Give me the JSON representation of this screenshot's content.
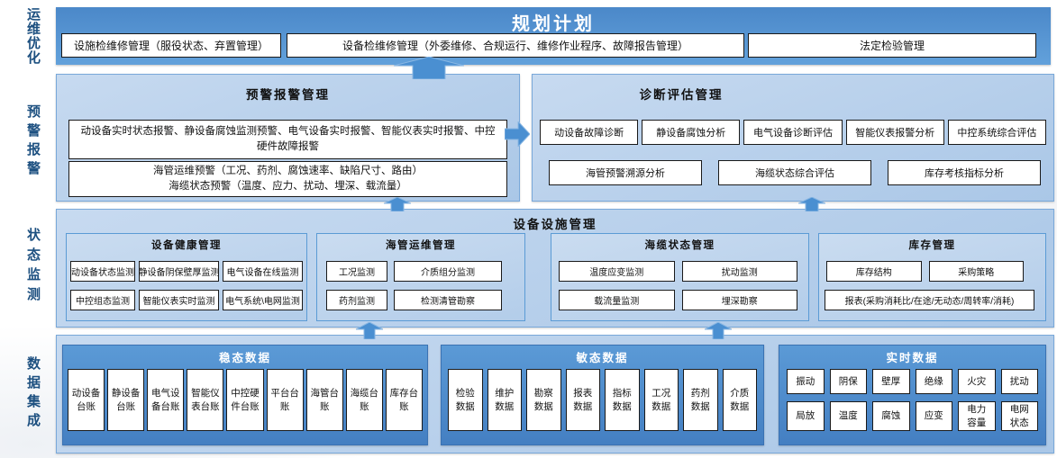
{
  "palette": {
    "bar_blue": "#4b88c9",
    "panel_blue": "#b7cfea",
    "group_blue": "#4e8fce",
    "label_blue": "#1d5080",
    "arrow_blue": "#4a8fd1"
  },
  "side_labels": [
    "运维优化",
    "预警报警",
    "状态监测",
    "数据集成"
  ],
  "planning": {
    "title": "规划计划",
    "boxes": [
      "设施检维修管理（服役状态、弃置管理）",
      "设备检维修管理（外委维修、合规运行、维修作业程序、故障报告管理）",
      "法定检验管理"
    ]
  },
  "warning": {
    "title": "预警报警管理",
    "box1": {
      "line1": "动设备实时状态报警、静设备腐蚀监测预警、电气设备实时报警、智能仪表实时报警、中控",
      "line2": "硬件故障报警"
    },
    "box2": {
      "line1": "海管运维预警（工况、药剂、腐蚀速率、缺陷尺寸、路由）",
      "line2": "海缆状态预警（温度、应力、扰动、埋深、载流量）"
    }
  },
  "diagnosis": {
    "title": "诊断评估管理",
    "row1": [
      "动设备故障诊断",
      "静设备腐蚀分析",
      "电气设备诊断评估",
      "智能仪表报警分析",
      "中控系统综合评估"
    ],
    "row2": [
      "海管预警溯源分析",
      "海缆状态综合评估",
      "库存考核指标分析"
    ]
  },
  "facility": {
    "title": "设备设施管理",
    "groups": [
      {
        "title": "设备健康管理",
        "rows": [
          [
            "动设备状态监测",
            "静设备阴保壁厚监测",
            "电气设备在线监测"
          ],
          [
            "中控组态监测",
            "智能仪表实时监测",
            "电气系统\\电网监测"
          ]
        ]
      },
      {
        "title": "海管运维管理",
        "rows": [
          [
            "工况监测",
            "介质组分监测"
          ],
          [
            "药剂监测",
            "检测清管勘察"
          ]
        ]
      },
      {
        "title": "海缆状态管理",
        "rows": [
          [
            "温度应变监测",
            "扰动监测"
          ],
          [
            "载流量监测",
            "埋深勘察"
          ]
        ]
      },
      {
        "title": "库存管理",
        "rows": [
          [
            "库存结构",
            "采购策略"
          ],
          [
            "报表(采购消耗比/在途/无动态/周转率/消耗)"
          ]
        ]
      }
    ]
  },
  "data_layer": {
    "groups": [
      {
        "title": "稳态数据",
        "cells": [
          [
            "动设备",
            "台账"
          ],
          [
            "静设备",
            "台账"
          ],
          [
            "电气设",
            "备台账"
          ],
          [
            "智能仪",
            "表台账"
          ],
          [
            "中控硬",
            "件台账"
          ],
          [
            "平台台",
            "账"
          ],
          [
            "海管台",
            "账"
          ],
          [
            "海缆台",
            "账"
          ],
          [
            "库存台",
            "账"
          ]
        ]
      },
      {
        "title": "敏态数据",
        "cells": [
          [
            "检验",
            "数据"
          ],
          [
            "维护",
            "数据"
          ],
          [
            "勘察",
            "数据"
          ],
          [
            "报表",
            "数据"
          ],
          [
            "指标",
            "数据"
          ],
          [
            "工况",
            "数据"
          ],
          [
            "药剂",
            "数据"
          ],
          [
            "介质",
            "数据"
          ]
        ]
      },
      {
        "title": "实时数据",
        "rows": [
          [
            [
              "振动"
            ],
            [
              "阴保"
            ],
            [
              "壁厚"
            ],
            [
              "绝缘"
            ],
            [
              "火灾"
            ],
            [
              "扰动"
            ]
          ],
          [
            [
              "局放"
            ],
            [
              "温度"
            ],
            [
              "腐蚀"
            ],
            [
              "应变"
            ],
            [
              "电力",
              "容量"
            ],
            [
              "电网",
              "状态"
            ]
          ]
        ]
      }
    ]
  }
}
